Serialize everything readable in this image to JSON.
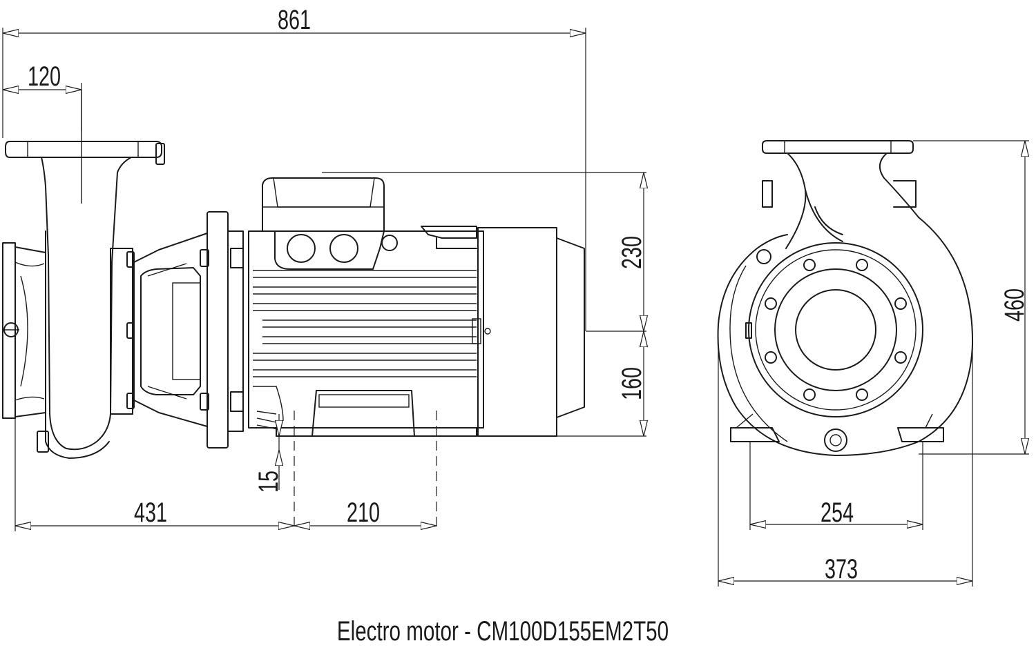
{
  "dimensions": {
    "overall_length": "861",
    "flange_offset": "120",
    "height_above_axis": "230",
    "height_below_axis": "160",
    "overall_height": "460",
    "foot_gap": "15",
    "pump_to_foot": "431",
    "foot_hole_distance": "210",
    "foot_width": "254",
    "overall_width": "373"
  },
  "caption": "Electro motor - CM100D155EM2T50"
}
